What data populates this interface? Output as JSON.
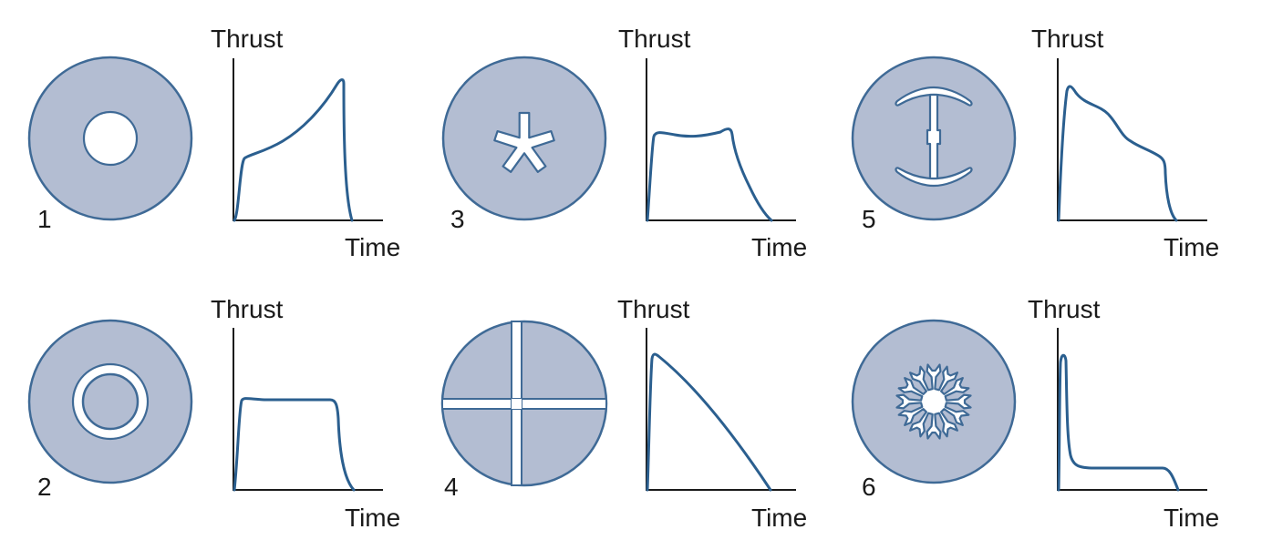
{
  "figure": {
    "axis_labels": {
      "y": "Thrust",
      "x": "Time"
    },
    "panels": [
      {
        "number": "1",
        "grain": "circular-perforation",
        "profile": "progressive"
      },
      {
        "number": "2",
        "grain": "rod-and-tube",
        "profile": "neutral"
      },
      {
        "number": "3",
        "grain": "star",
        "profile": "neutral"
      },
      {
        "number": "4",
        "grain": "cruciform",
        "profile": "regressive"
      },
      {
        "number": "5",
        "grain": "double-anchor",
        "profile": "regressive"
      },
      {
        "number": "6",
        "grain": "dendrite",
        "profile": "boost-sustain"
      }
    ],
    "colors": {
      "grain_fill": "#b3bdd2",
      "grain_outline": "#3f6a96",
      "curve": "#2b5f8f",
      "axis": "#1a1a1a"
    }
  }
}
